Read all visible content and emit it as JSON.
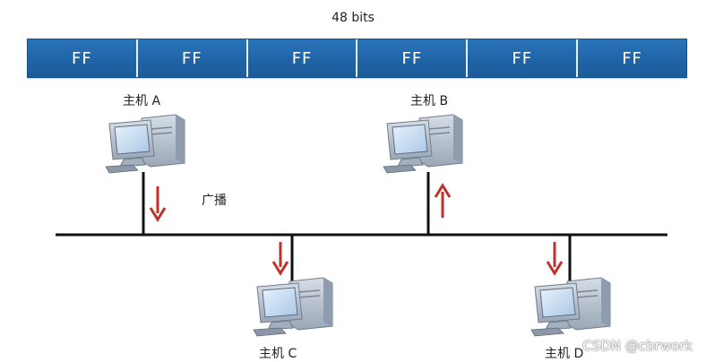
{
  "frame": {
    "width_label": "48 bits",
    "cells": [
      "FF",
      "FF",
      "FF",
      "FF",
      "FF",
      "FF"
    ]
  },
  "hosts": {
    "a": {
      "label": "主机 A",
      "arrow": "down"
    },
    "b": {
      "label": "主机 B",
      "arrow": "up"
    },
    "c": {
      "label": "主机 C",
      "arrow": "down"
    },
    "d": {
      "label": "主机 D",
      "arrow": "down"
    }
  },
  "annotation": {
    "broadcast_label": "广播"
  },
  "watermark": {
    "text": "CSDN @cbrwork"
  },
  "colors": {
    "frame_fill": "#1f63a6",
    "arrow": "#c0312b",
    "monitor_body": "#b9c4d2",
    "screen": "#cfe3f7"
  }
}
